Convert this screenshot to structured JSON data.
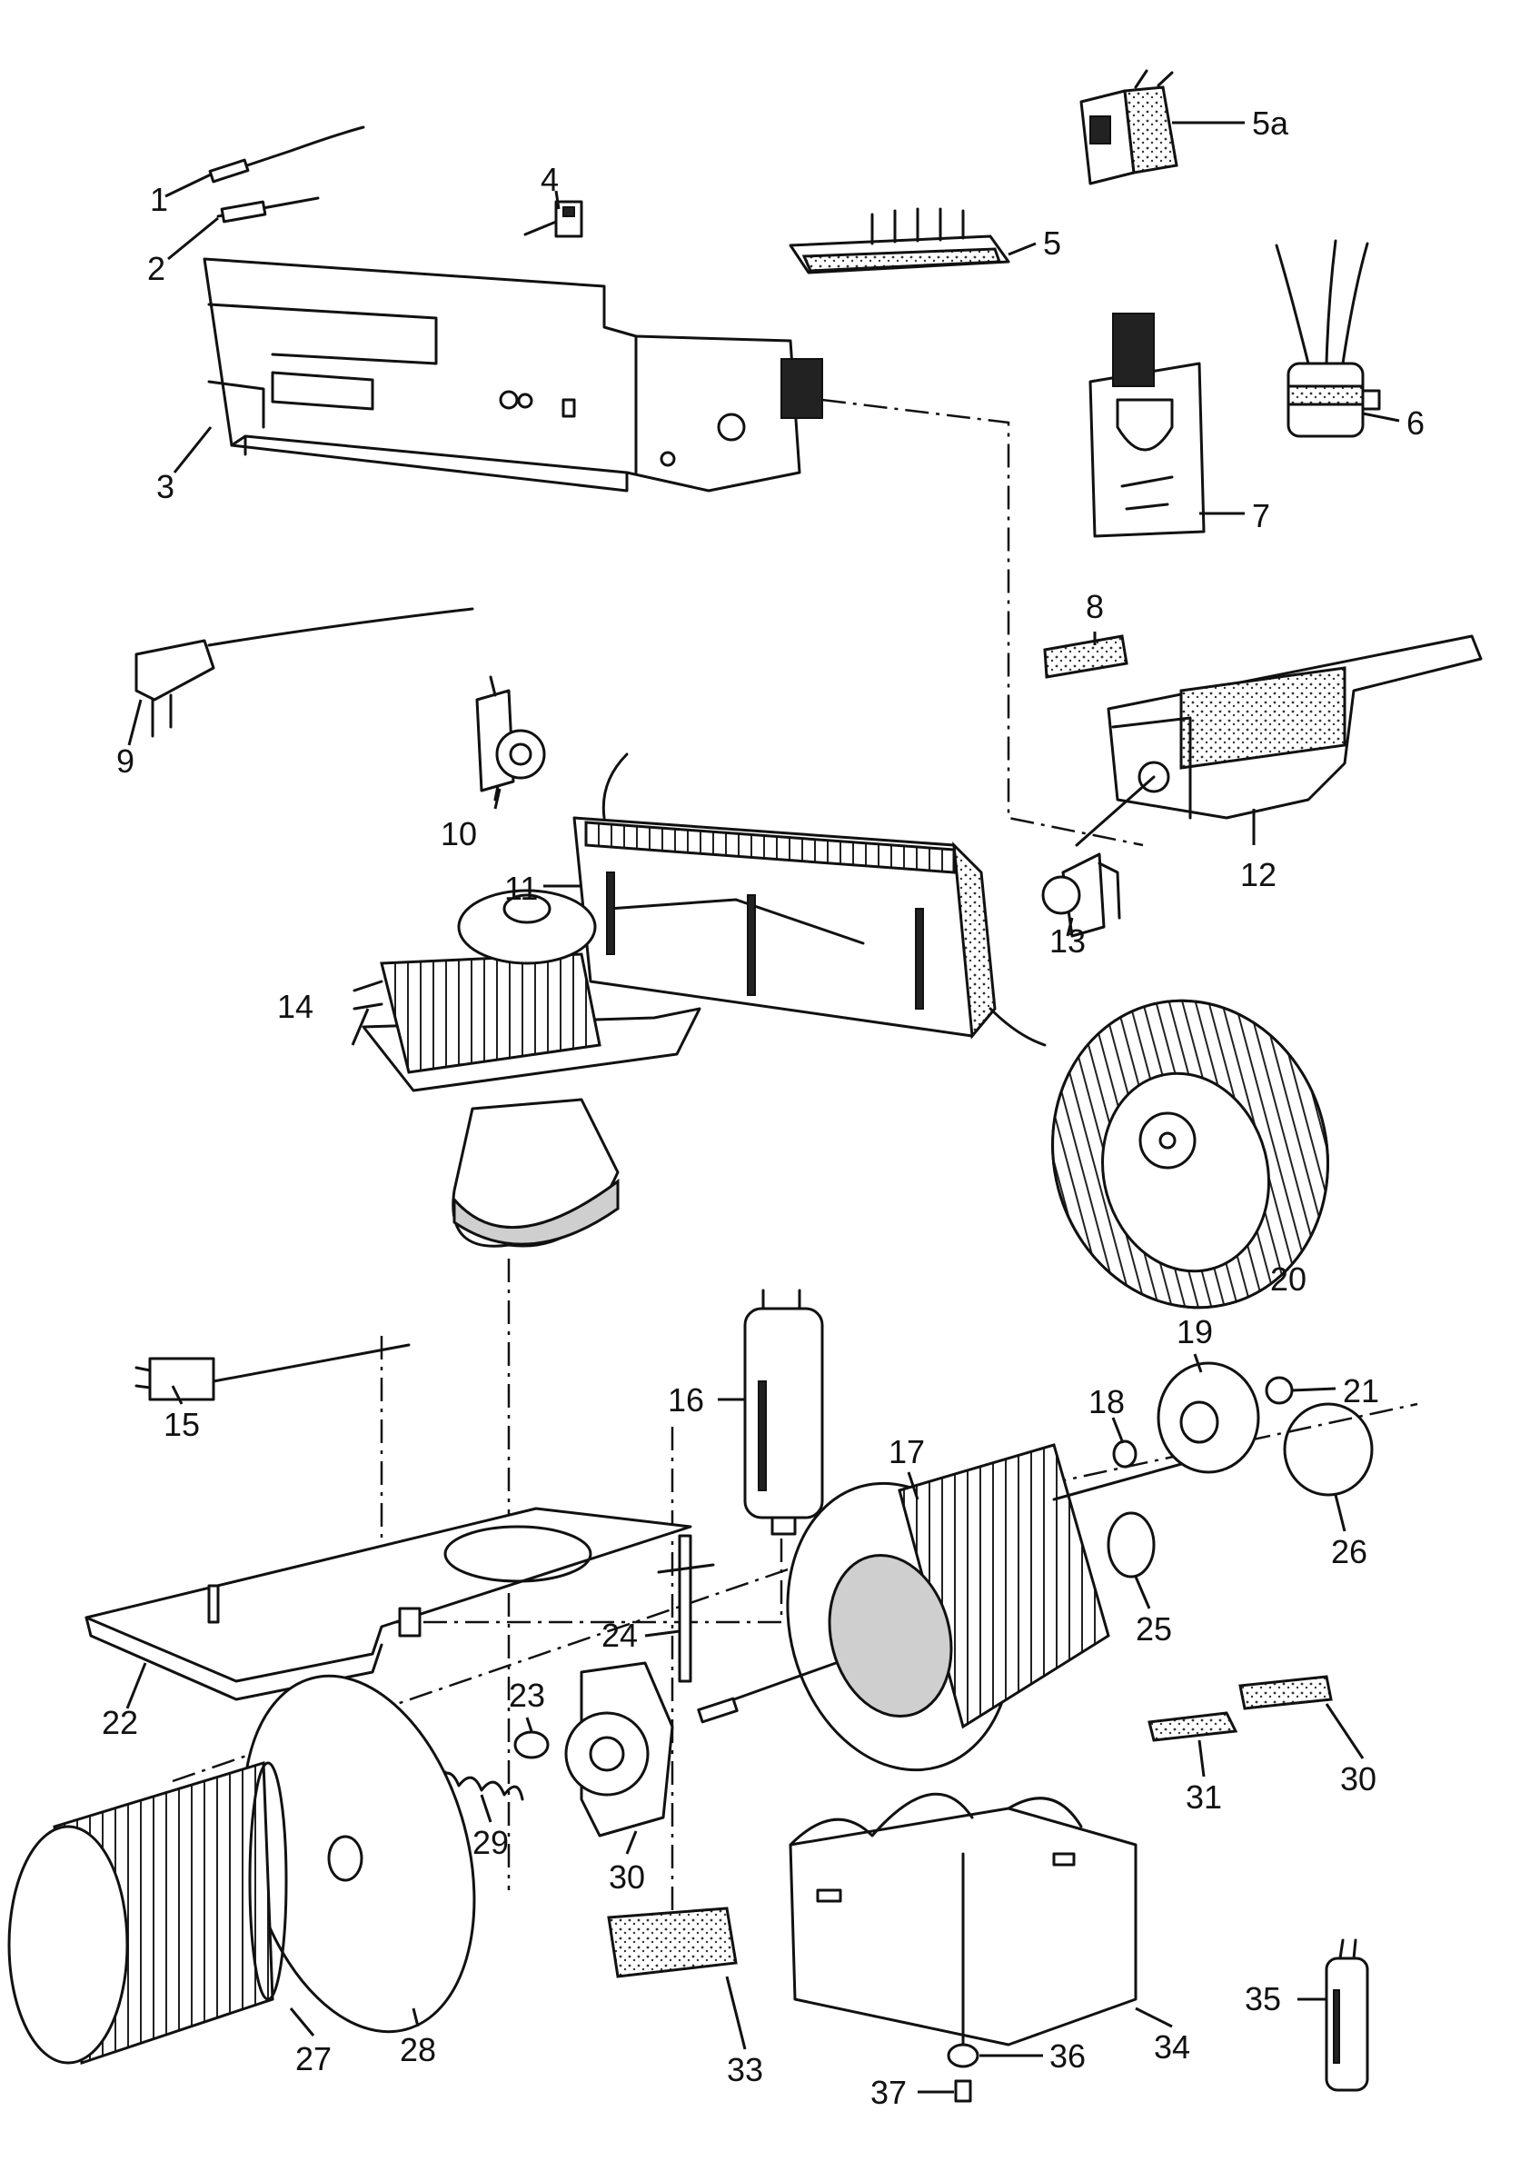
{
  "labels": {
    "p1": "1",
    "p2": "2",
    "p3": "3",
    "p4": "4",
    "p5": "5",
    "p5a": "5a",
    "p6": "6",
    "p7": "7",
    "p8": "8",
    "p9": "9",
    "p10": "10",
    "p11": "11",
    "p12": "12",
    "p13": "13",
    "p14": "14",
    "p15": "15",
    "p16": "16",
    "p17": "17",
    "p18": "18",
    "p19": "19",
    "p20": "20",
    "p21": "21",
    "p22": "22",
    "p23": "23",
    "p24": "24",
    "p25": "25",
    "p26": "26",
    "p27": "27",
    "p28": "28",
    "p29": "29",
    "p30a": "30",
    "p30b": "30",
    "p31": "31",
    "p33": "33",
    "p34": "34",
    "p35": "35",
    "p36": "36",
    "p37": "37"
  }
}
